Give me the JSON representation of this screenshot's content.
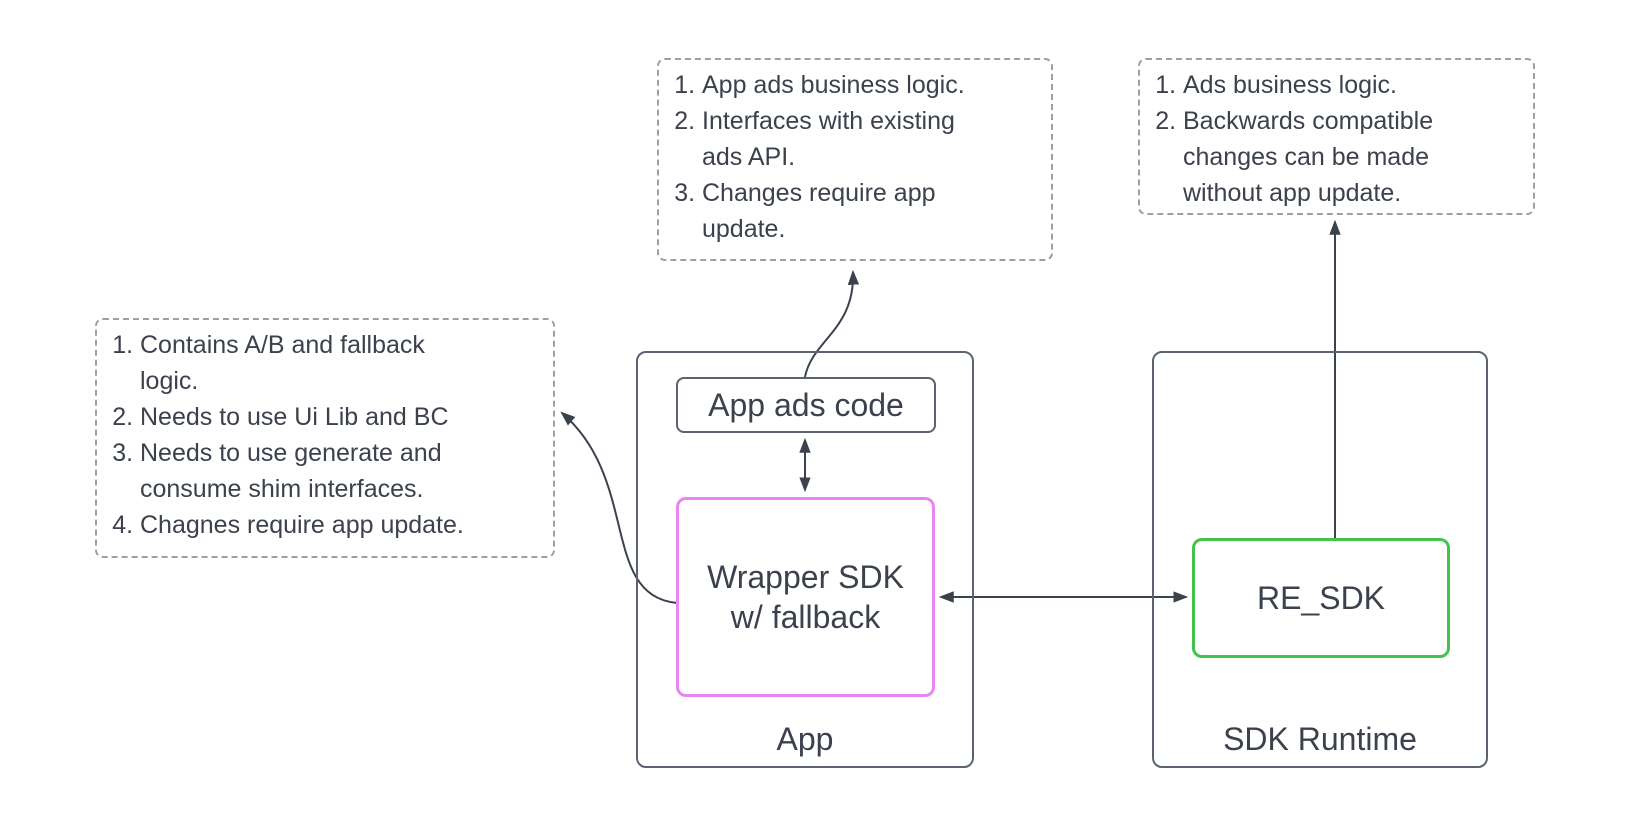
{
  "diagram": {
    "annotations": {
      "app_ads": {
        "items": [
          "App ads business logic.",
          "Interfaces with existing\nads API.",
          "Changes require app\nupdate."
        ]
      },
      "re_sdk": {
        "items": [
          "Ads business logic.",
          "Backwards compatible\nchanges can be made\nwithout app update."
        ]
      },
      "wrapper": {
        "items": [
          "Contains A/B and fallback\nlogic.",
          "Needs to use Ui Lib and BC",
          "Needs to use generate and\nconsume shim interfaces.",
          "Chagnes require app update."
        ]
      }
    },
    "shapes": {
      "app_container_label": "App",
      "app_ads_code_label": "App ads code",
      "wrapper_sdk_label": "Wrapper SDK\nw/ fallback",
      "sdk_runtime_label": "SDK Runtime",
      "re_sdk_label": "RE_SDK"
    },
    "colors": {
      "ink": "#3b414d",
      "solid_border": "#5a636f",
      "dashed_border": "#98a0a8",
      "wrapper_accent": "#e985f2",
      "re_sdk_accent": "#43c24c",
      "background": "#ffffff"
    }
  }
}
